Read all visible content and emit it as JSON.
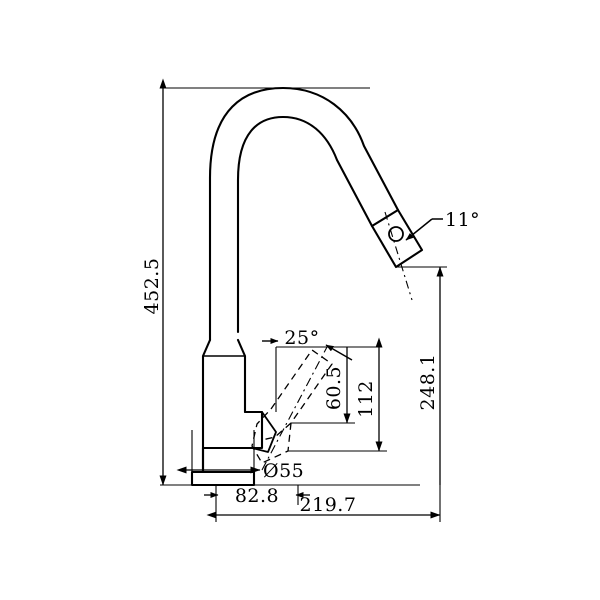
{
  "drawing": {
    "type": "engineering-dimension-drawing",
    "subject": "pull-down kitchen mixer faucet",
    "view": "side elevation",
    "units": "mm",
    "background_color": "#ffffff",
    "line_color": "#000000",
    "dimensions": {
      "overall_height": "452.5",
      "spout_projection_total": "219.7",
      "base_to_spout_outlet_height": "248.1",
      "spray_head_angle": "11°",
      "wand_angle": "25°",
      "wand_length": "60.5",
      "wand_height": "112",
      "base_diameter": "Ø55",
      "base_offset": "82.8"
    },
    "labels": [
      {
        "id": "height-452-5",
        "text": "452. 5",
        "orientation": "vertical",
        "position": "left"
      },
      {
        "id": "angle-11",
        "text": "11°",
        "orientation": "horizontal",
        "position": "upper-right"
      },
      {
        "id": "angle-25",
        "text": "25°",
        "orientation": "horizontal",
        "position": "center"
      },
      {
        "id": "length-60-5",
        "text": "60. 5",
        "orientation": "vertical",
        "position": "center-right"
      },
      {
        "id": "height-112",
        "text": "112",
        "orientation": "vertical",
        "position": "center-right"
      },
      {
        "id": "height-248-1",
        "text": "248. 1",
        "orientation": "vertical",
        "position": "right"
      },
      {
        "id": "diameter-55",
        "text": "Ø55",
        "orientation": "horizontal",
        "position": "bottom-center"
      },
      {
        "id": "offset-82-8",
        "text": "82. 8",
        "orientation": "horizontal",
        "position": "bottom"
      },
      {
        "id": "projection-219-7",
        "text": "219. 7",
        "orientation": "horizontal",
        "position": "bottom"
      }
    ]
  }
}
